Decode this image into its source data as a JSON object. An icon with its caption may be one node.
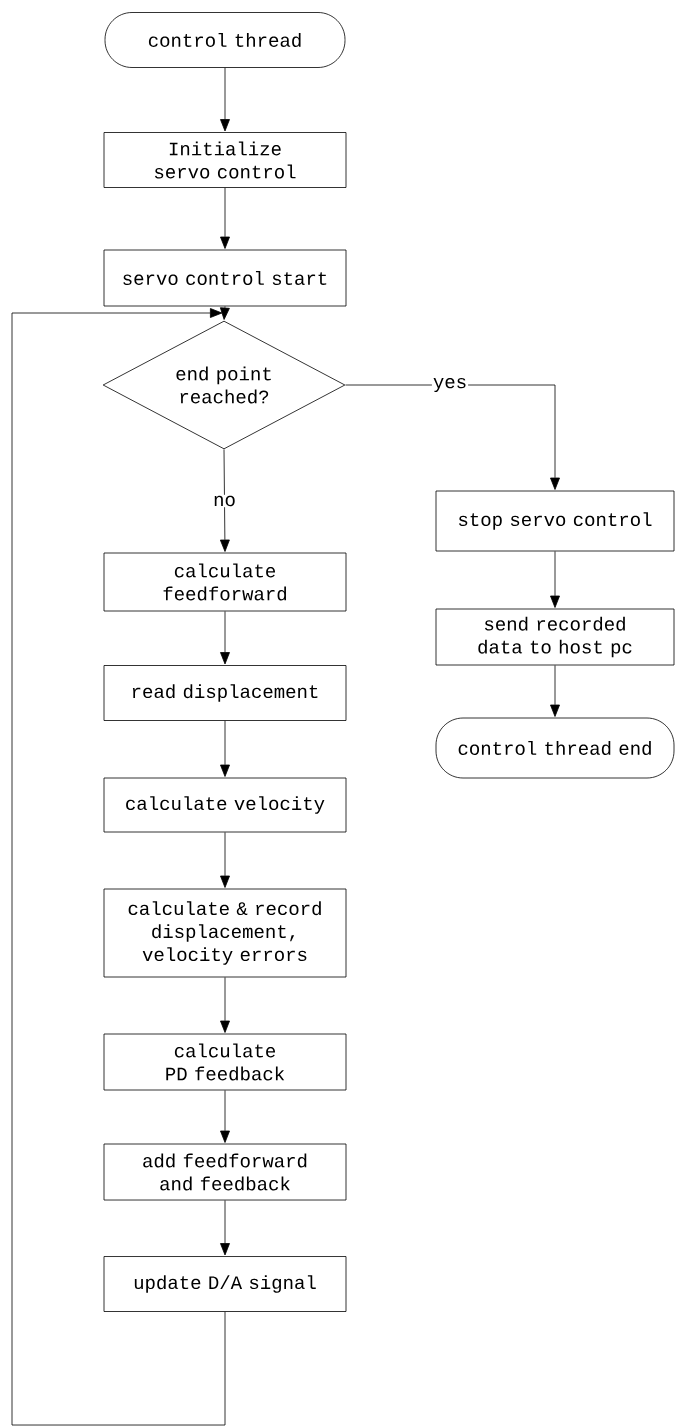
{
  "diagram": {
    "nodes": [
      {
        "text": [
          "control thread"
        ]
      },
      {
        "text": [
          "Initialize servo control"
        ]
      },
      {
        "text": [
          "servo control start"
        ]
      },
      {
        "text": [
          "end point reached?"
        ]
      },
      {
        "text": [
          "calculate feedforward"
        ]
      },
      {
        "text": [
          "read displacement"
        ]
      },
      {
        "text": [
          "calculate velocity"
        ]
      },
      {
        "text": [
          "calculate & record displacement, velocity errors"
        ]
      },
      {
        "text": [
          "calculate PD feedback"
        ]
      },
      {
        "text": [
          "add feedforward and feedback"
        ]
      },
      {
        "text": [
          "update D/A signal"
        ]
      },
      {
        "text": [
          "stop servo control"
        ]
      },
      {
        "text": [
          "send recorded data to host pc"
        ]
      },
      {
        "text": [
          "control thread end"
        ]
      }
    ],
    "edges": [
      {
        "from": 0,
        "to": 1,
        "arrow": "to"
      },
      {
        "from": 1,
        "to": 2,
        "arrow": "to"
      },
      {
        "from": 2,
        "to": 3,
        "arrow": "to"
      },
      {
        "from": 3,
        "to": 11,
        "arrow": "to",
        "label": "yes"
      },
      {
        "from": 3,
        "to": 4,
        "arrow": "to",
        "label": "no"
      },
      {
        "from": 4,
        "to": 5,
        "arrow": "to"
      },
      {
        "from": 5,
        "to": 6,
        "arrow": "to"
      },
      {
        "from": 6,
        "to": 7,
        "arrow": "to"
      },
      {
        "from": 7,
        "to": 8,
        "arrow": "to"
      },
      {
        "from": 8,
        "to": 9,
        "arrow": "to"
      },
      {
        "from": 9,
        "to": 10,
        "arrow": "to"
      },
      {
        "from": 10,
        "to": 3,
        "arrow": "to"
      },
      {
        "from": 11,
        "to": 12,
        "arrow": "to"
      },
      {
        "from": 12,
        "to": 13,
        "arrow": "to"
      }
    ]
  }
}
